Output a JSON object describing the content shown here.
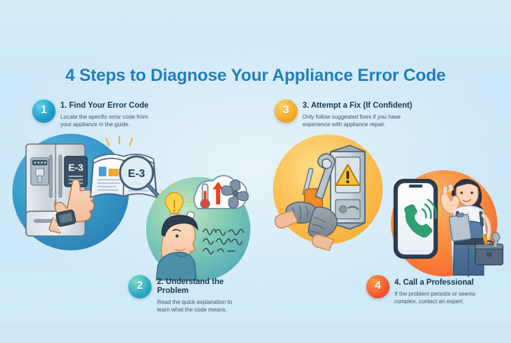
{
  "title": "4 Steps to Diagnose Your Appliance Error Code",
  "colors": {
    "background": "#cfe8f6",
    "panel": "#c9e6f7",
    "title_blue": "#1f7ec0",
    "heading_navy": "#16364d",
    "body_slate": "#3c5566",
    "badge1": "#1f9fd0",
    "badge2": "#2aa7c4",
    "badge3": "#f5a825",
    "badge4": "#f5562f",
    "circle1": "#2f95c8",
    "circle2": "#7fc9b4",
    "circle3": "#fbbf52",
    "circle4": "#fa8c3c",
    "phone_green": "#2f9e72",
    "warning_amber": "#f0a81e"
  },
  "steps": [
    {
      "number": "1",
      "title": "1. Find Your Error Code",
      "desc": "Locate the specific error code from\nyour appliance in the guide.",
      "illustration": {
        "name": "refrigerator-error-code-illustration",
        "appliance": "refrigerator",
        "display_code": "E-3",
        "magnifier_code": "E-3",
        "elements": [
          "refrigerator",
          "control-panel",
          "pointing-hand",
          "wristwatch",
          "open-manual-book",
          "magnifying-glass"
        ]
      }
    },
    {
      "number": "2",
      "title": "2. Understand the\n    Problem",
      "desc": "Read the quick explanation to\nlearn what the code means.",
      "illustration": {
        "name": "understanding-problem-illustration",
        "elements": [
          "person-head-profile",
          "lightbulb",
          "thought-cloud",
          "thermometer",
          "up-arrow",
          "fan-blade",
          "handwritten-notes"
        ]
      }
    },
    {
      "number": "3",
      "title": "3. Attempt a Fix (If Confident)",
      "desc": "Only follow suggested fixes if you have\nexperience with appliance repair.",
      "illustration": {
        "name": "attempt-fix-illustration",
        "elements": [
          "gloved-hand-screwdriver",
          "gloved-hand-wrench",
          "appliance-unit",
          "warning-triangle-icon"
        ]
      }
    },
    {
      "number": "4",
      "title": "4. Call a Professional",
      "desc": "If the problem persists or seems\ncomplex, contact an expert.",
      "illustration": {
        "name": "call-professional-illustration",
        "elements": [
          "smartphone",
          "phone-call-icon",
          "technician-woman",
          "waving-hand",
          "clipboard",
          "toolbox"
        ]
      }
    }
  ]
}
